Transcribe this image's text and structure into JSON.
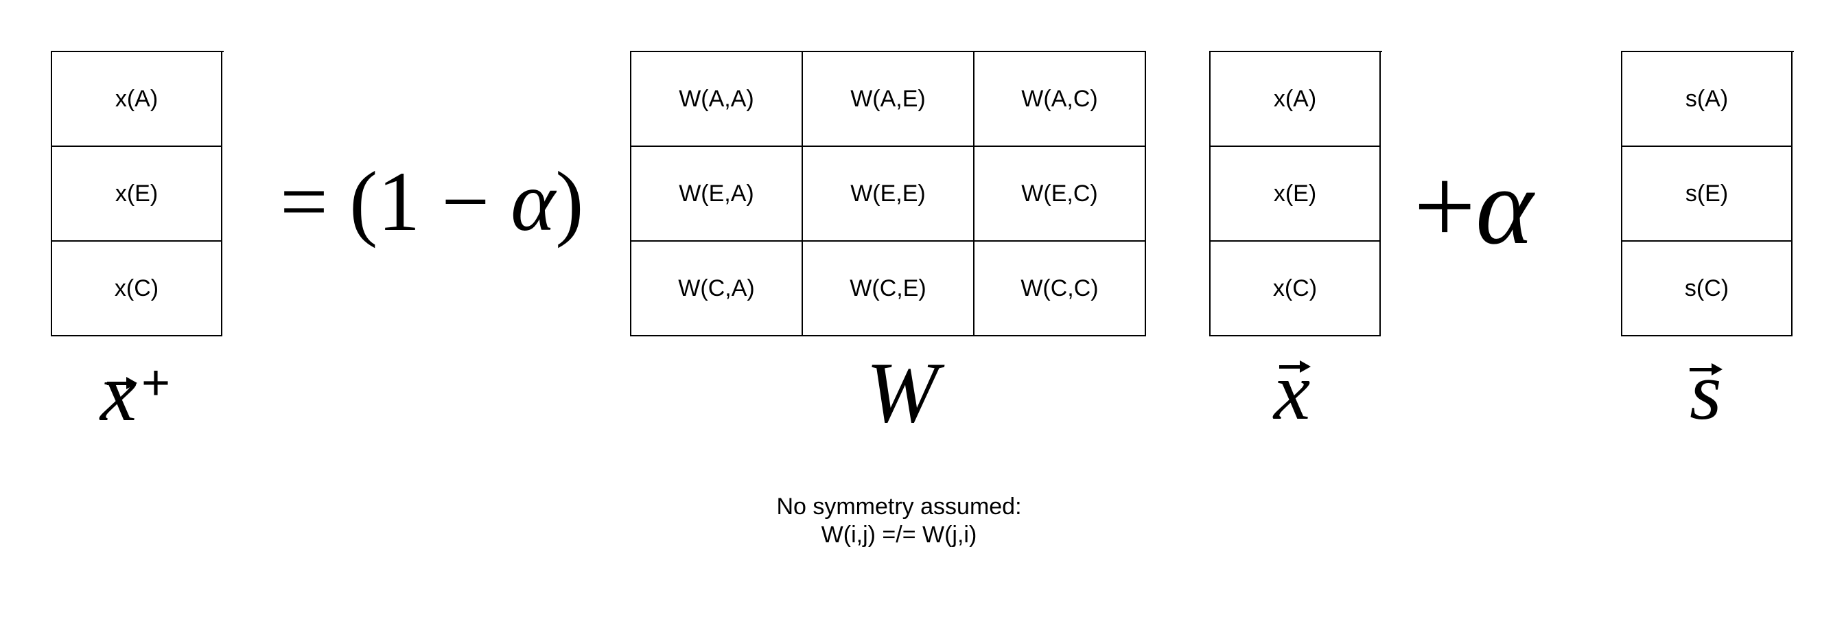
{
  "left_vector": {
    "cells": [
      "x(A)",
      "x(E)",
      "x(C)"
    ],
    "label_base": "x",
    "label_sup": "+"
  },
  "coefficient_1": {
    "equals": "=",
    "open": "(1 − ",
    "alpha": "α",
    "close": ")"
  },
  "matrix": {
    "rows": [
      [
        "W(A,A)",
        "W(A,E)",
        "W(A,C)"
      ],
      [
        "W(E,A)",
        "W(E,E)",
        "W(E,C)"
      ],
      [
        "W(C,A)",
        "W(C,E)",
        "W(C,C)"
      ]
    ],
    "label": "W"
  },
  "x_vector": {
    "cells": [
      "x(A)",
      "x(E)",
      "x(C)"
    ],
    "label": "x"
  },
  "coefficient_2": {
    "plus": "+",
    "alpha": "α"
  },
  "s_vector": {
    "cells": [
      "s(A)",
      "s(E)",
      "s(C)"
    ],
    "label": "s"
  },
  "note": {
    "line1": "No symmetry assumed:",
    "line2": "W(i,j) =/= W(j,i)"
  }
}
